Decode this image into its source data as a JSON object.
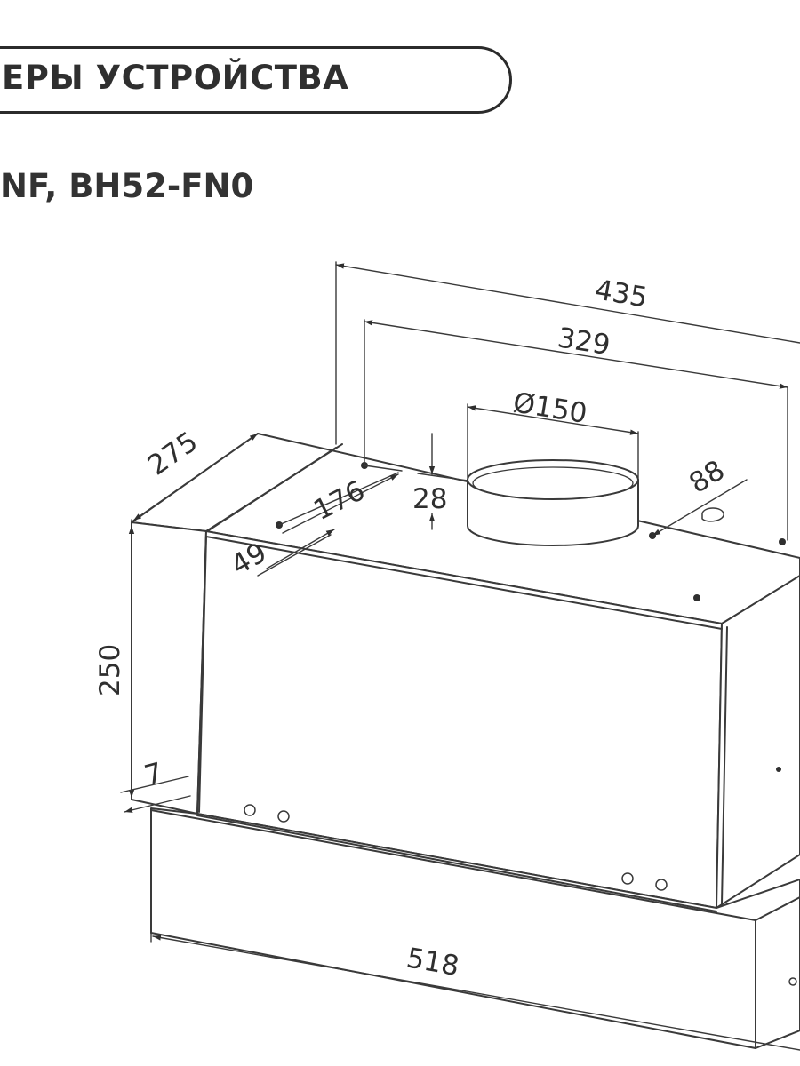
{
  "header": {
    "title": "ЕРЫ УСТРОЙСТВА",
    "model": "NF, BH52-FN0"
  },
  "dimensions": {
    "d435": "435",
    "d329": "329",
    "d150": "Ø150",
    "d275": "275",
    "d176": "176",
    "d28": "28",
    "d88": "88",
    "d49": "49",
    "d250": "250",
    "d7": "7",
    "d518": "518"
  },
  "colors": {
    "line": "#3a3a3a",
    "text": "#2f2f2f"
  }
}
